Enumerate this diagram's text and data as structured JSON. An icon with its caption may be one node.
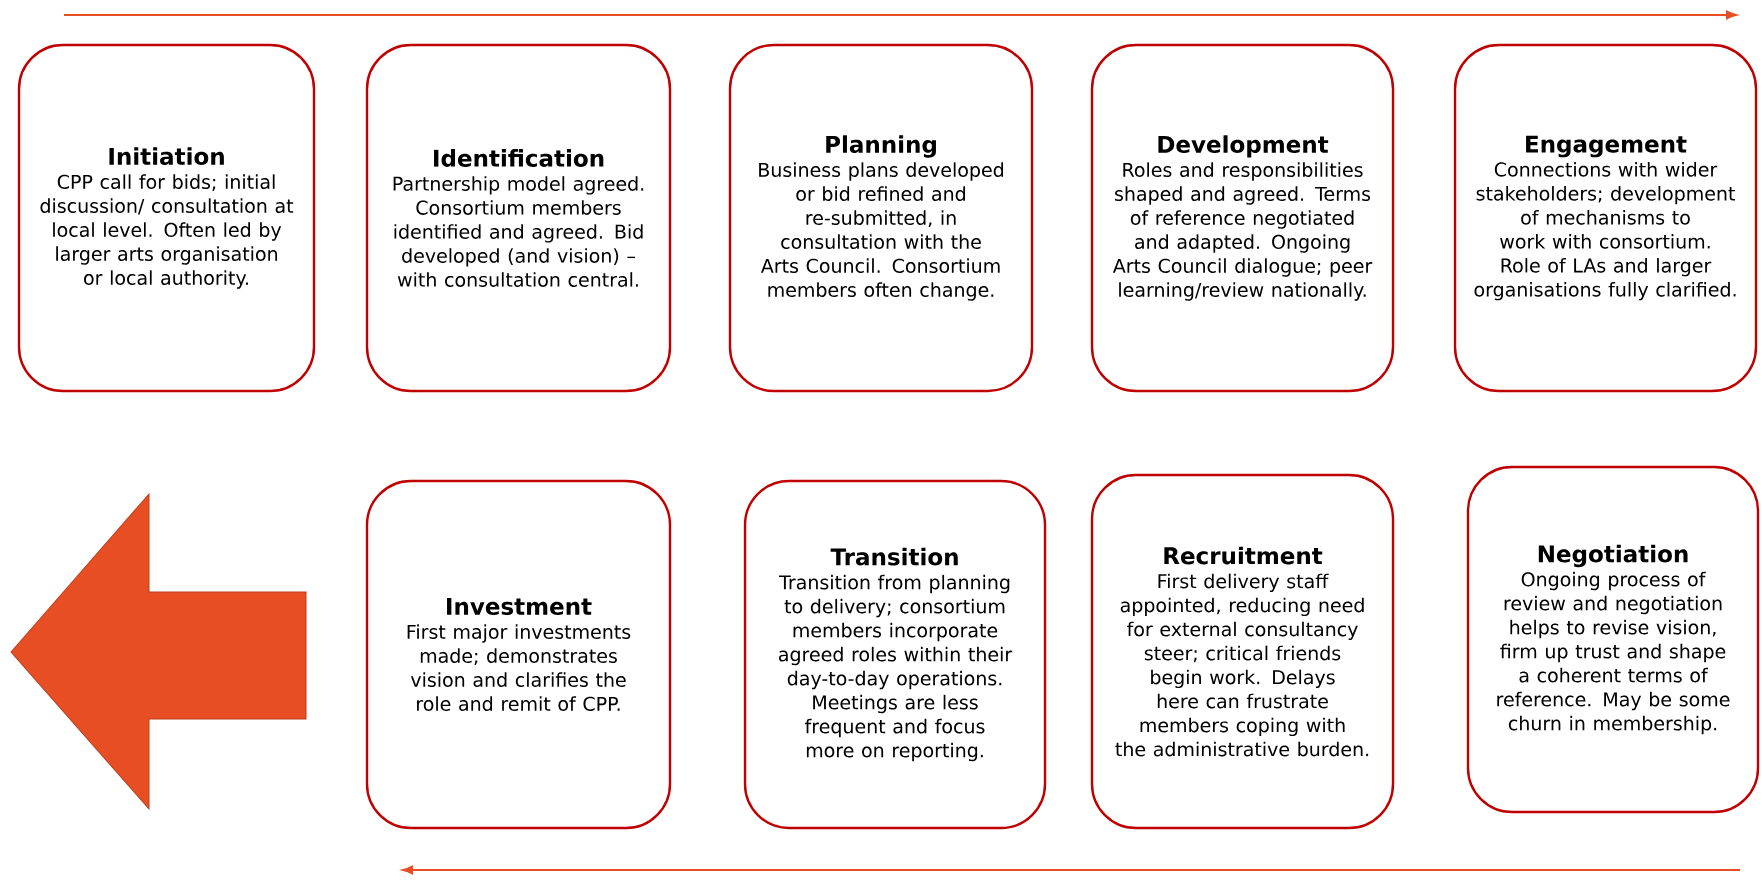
{
  "diagram": {
    "nodes": [
      {
        "text": [
          "Initiation",
          "CPP call for bids; initial discussion/ consultation at local level. Often led by larger arts organisation or local authority."
        ]
      },
      {
        "text": [
          "Identification",
          "Partnership model agreed. Consortium members identified and agreed. Bid developed (and vision) – with consultation central."
        ]
      },
      {
        "text": [
          "Planning",
          "Business plans developed or bid refined and re-submitted, in consultation with the Arts Council. Consortium members often change."
        ]
      },
      {
        "text": [
          "Development",
          "Roles and responsibilities shaped and agreed. Terms of reference negotiated and adapted. Ongoing Arts Council dialogue; peer learning/review nationally."
        ]
      },
      {
        "text": [
          "Engagement",
          "Connections with wider stakeholders; development of mechanisms to work with consortium. Role of LAs and larger organisations fully clarified."
        ]
      },
      {
        "text": [
          "Investment",
          "First major investments made; demonstrates vision and clarifies the role and remit of CPP."
        ]
      },
      {
        "text": [
          "Transition",
          "Transition from planning to delivery; consortium members incorporate agreed roles within their day-to-day operations. Meetings are less frequent and focus more on reporting."
        ]
      },
      {
        "text": [
          "Recruitment",
          "First delivery staff appointed, reducing need for external consultancy steer; critical friends begin work. Delays here can frustrate members coping with the administrative burden."
        ]
      },
      {
        "text": [
          "Negotiation",
          "Ongoing process of review and negotiation helps to revise vision, firm up trust and shape a coherent terms of reference. May be some churn in membership."
        ]
      }
    ]
  }
}
